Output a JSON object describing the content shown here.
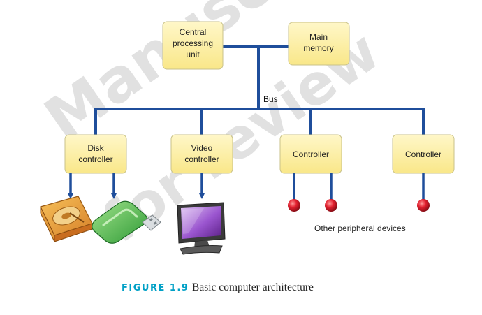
{
  "watermark": {
    "line1": "Manuscript",
    "line2": "for review"
  },
  "colors": {
    "box_fill": "#fdf0a8",
    "box_stroke": "#c9c28a",
    "bus": "#1f4e9b",
    "device_red": "#d0162a",
    "caption_accent": "#00a0c6"
  },
  "components": {
    "cpu": [
      "Central",
      "processing",
      "unit"
    ],
    "memory": [
      "Main",
      "memory"
    ],
    "disk_controller": [
      "Disk",
      "controller"
    ],
    "video_controller": [
      "Video",
      "controller"
    ],
    "controller_1": "Controller",
    "controller_2": "Controller"
  },
  "bus_label": "Bus",
  "devices": {
    "hard-drive-icon": "hard drive",
    "usb-drive-icon": "usb flash drive",
    "monitor-icon": "monitor"
  },
  "other_devices_label": "Other peripheral devices",
  "caption": {
    "number": "FIGURE 1.9",
    "title": "Basic computer architecture"
  }
}
